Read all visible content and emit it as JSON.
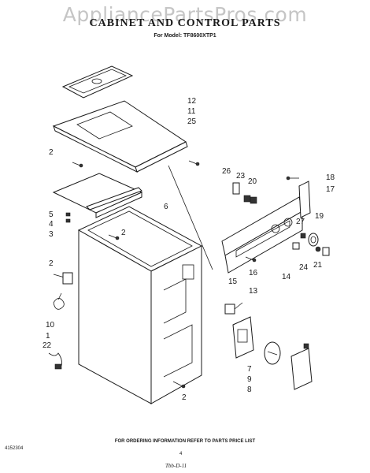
{
  "watermark": "AppliancePartsPros.com",
  "title": "CABINET AND CONTROL PARTS",
  "model": "For Model: TF8600XTP1",
  "footer_note": "FOR ORDERING INFORMATION REFER TO PARTS PRICE LIST",
  "doc_number": "4152304",
  "page_number": "4",
  "signature": "Tbb-D-11",
  "callouts": {
    "c12": "12",
    "c11": "11",
    "c25": "25",
    "c2a": "2",
    "c6": "6",
    "c5": "5",
    "c4": "4",
    "c3": "3",
    "c2b": "2",
    "c2c": "2",
    "c10": "10",
    "c1": "1",
    "c22": "22",
    "c26": "26",
    "c23": "23",
    "c20": "20",
    "c18": "18",
    "c17": "17",
    "c27": "27",
    "c19": "19",
    "c16": "16",
    "c15": "15",
    "c14": "14",
    "c24": "24",
    "c21": "21",
    "c13": "13",
    "c7": "7",
    "c9": "9",
    "c8": "8",
    "c2d": "2"
  }
}
